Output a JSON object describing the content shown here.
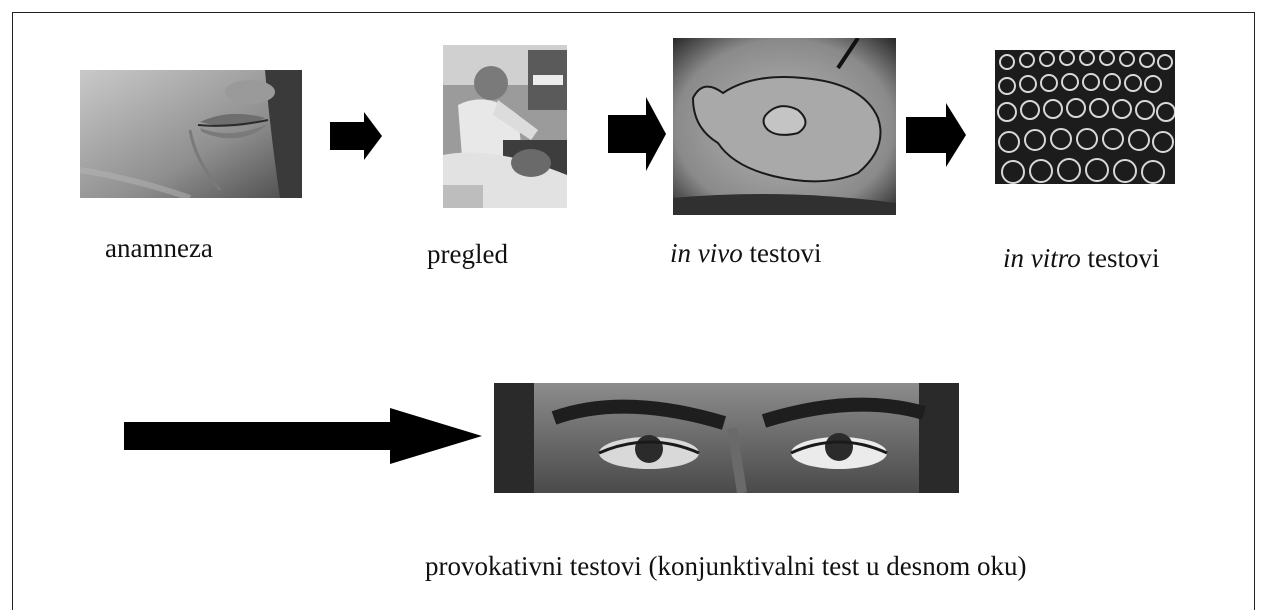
{
  "steps": [
    {
      "icon": "lips-photo",
      "caption_em": "",
      "caption_text": "anamneza"
    },
    {
      "icon": "examination-photo",
      "caption_em": "",
      "caption_text": "pregled"
    },
    {
      "icon": "skin-test-photo",
      "caption_em": "in vivo",
      "caption_text": " testovi"
    },
    {
      "icon": "microplate-photo",
      "caption_em": "in vitro",
      "caption_text": " testovi"
    }
  ],
  "final_step": {
    "icon": "eyes-photo",
    "caption_text": "provokativni testovi (konjunktivalni test u desnom oku)"
  },
  "arrow_icon": "right-arrow-icon"
}
